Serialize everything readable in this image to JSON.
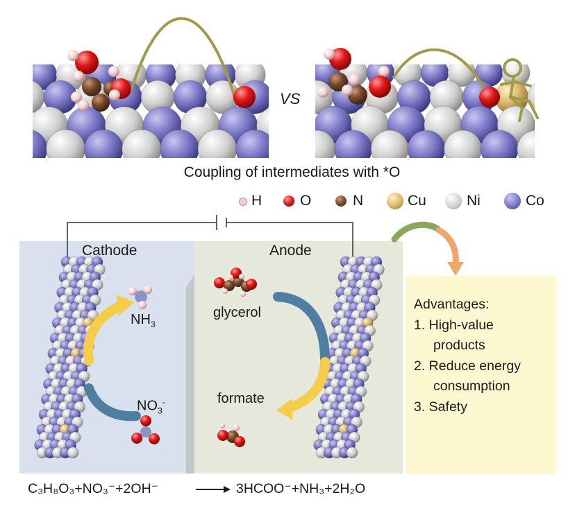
{
  "top": {
    "vs_label": "VS",
    "caption": "Coupling of intermediates with *O"
  },
  "legend": [
    {
      "symbol": "H",
      "color": "#f3cfcf"
    },
    {
      "symbol": "O",
      "color": "#e01818"
    },
    {
      "symbol": "N",
      "color": "#7a4a2e"
    },
    {
      "symbol": "Cu",
      "color": "#d9b66a"
    },
    {
      "symbol": "Ni",
      "color": "#d4d4d4"
    },
    {
      "symbol": "Co",
      "color": "#7b78c6"
    }
  ],
  "cell": {
    "cathode_label": "Cathode",
    "anode_label": "Anode",
    "cathode_product": {
      "base": "NH",
      "sub": "3"
    },
    "cathode_reactant": {
      "base": "NO",
      "sub": "3",
      "sup": "-"
    },
    "anode_reactant": "glycerol",
    "anode_product": "formate"
  },
  "advantages": {
    "title": "Advantages:",
    "items": [
      "1. High-value",
      "products",
      "2. Reduce energy",
      "consumption",
      "3. Safety"
    ]
  },
  "equation": {
    "left": "C₃H₈O₃+NO₃⁻+2OH⁻",
    "right": "3HCOO⁻+NH₃+2H₂O"
  },
  "colors": {
    "cathode_bg": "#d9e1ef",
    "anode_bg": "#e6e8dc",
    "advantages_bg": "#fdf8d0",
    "curve": "#a19b48",
    "arrow_yellow": "#f4cd4a",
    "arrow_blue": "#4f7fa0",
    "arrow_green": "#8aa65a",
    "arrow_orange": "#f0a66e"
  },
  "icons": [
    "running-person-icon"
  ]
}
